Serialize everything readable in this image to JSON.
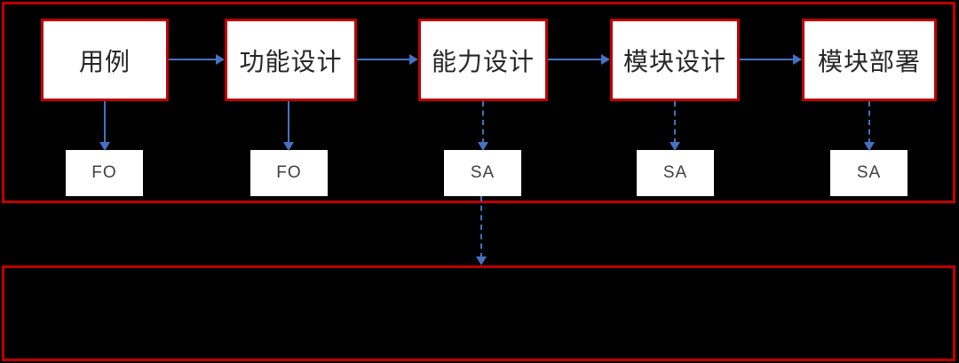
{
  "diagram": {
    "steps": [
      {
        "label": "用例",
        "tag": "FO",
        "tag_arrow_style": "solid"
      },
      {
        "label": "功能设计",
        "tag": "FO",
        "tag_arrow_style": "solid"
      },
      {
        "label": "能力设计",
        "tag": "SA",
        "tag_arrow_style": "dashed"
      },
      {
        "label": "模块设计",
        "tag": "SA",
        "tag_arrow_style": "dashed"
      },
      {
        "label": "模块部署",
        "tag": "SA",
        "tag_arrow_style": "dashed"
      }
    ],
    "step_arrows_style": "solid",
    "bridge_arrow_style": "dashed",
    "bottom_section_content": ""
  },
  "colors": {
    "background": "#000000",
    "section_border": "#C00000",
    "step_box_border": "#C00000",
    "step_box_fill": "#FFFFFF",
    "tag_box_fill": "#FFFFFF",
    "arrow": "#4472C4",
    "step_text": "#262626",
    "tag_text": "#404040"
  }
}
